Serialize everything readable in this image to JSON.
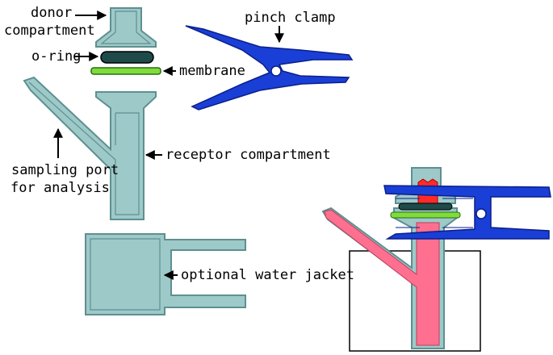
{
  "labels": {
    "donor_line1": "donor",
    "donor_line2": "compartment",
    "o_ring": "o-ring",
    "membrane": "membrane",
    "pinch_clamp": "pinch clamp",
    "receptor": "receptor compartment",
    "sampling_line1": "sampling port",
    "sampling_line2": "for analysis",
    "water_jacket": "optional water jacket"
  },
  "colors": {
    "glass": "#9ec9c9",
    "glass_outline": "#5f8f8f",
    "o_ring": "#1f4a4a",
    "membrane": "#7fdc3a",
    "clamp": "#1a3fd6",
    "donor_liquid": "#ff2a2a",
    "receptor_liquid": "#ff6f8f",
    "outline": "#000000"
  }
}
